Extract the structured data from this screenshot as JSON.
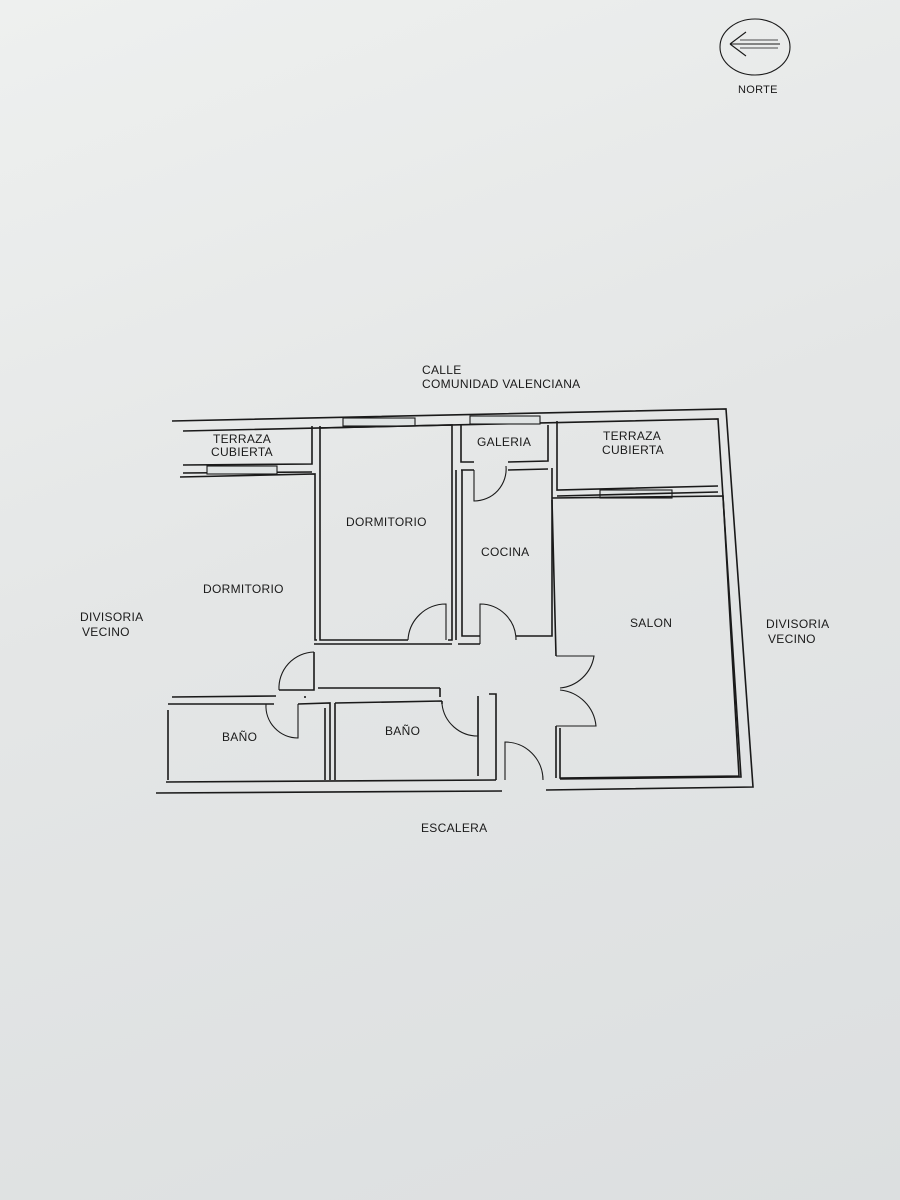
{
  "compass": {
    "label": "NORTE",
    "icon": "north-arrow-icon"
  },
  "street": {
    "line1": "CALLE",
    "line2": "COMUNIDAD VALENCIANA"
  },
  "stairs": "ESCALERA",
  "neighbor_left": {
    "line1": "DIVISORIA",
    "line2": "VECINO"
  },
  "neighbor_right": {
    "line1": "DIVISORIA",
    "line2": "VECINO"
  },
  "rooms": {
    "terraza_left": {
      "line1": "TERRAZA",
      "line2": "CUBIERTA"
    },
    "terraza_right": {
      "line1": "TERRAZA",
      "line2": "CUBIERTA"
    },
    "galeria": "GALERIA",
    "dormitorio_1": "DORMITORIO",
    "dormitorio_2": "DORMITORIO",
    "cocina": "COCINA",
    "salon": "SALON",
    "bano_1": "BAÑO",
    "bano_2": "BAÑO"
  },
  "colors": {
    "ink": "#1a1a1a",
    "paper": "#e4e6e6"
  }
}
